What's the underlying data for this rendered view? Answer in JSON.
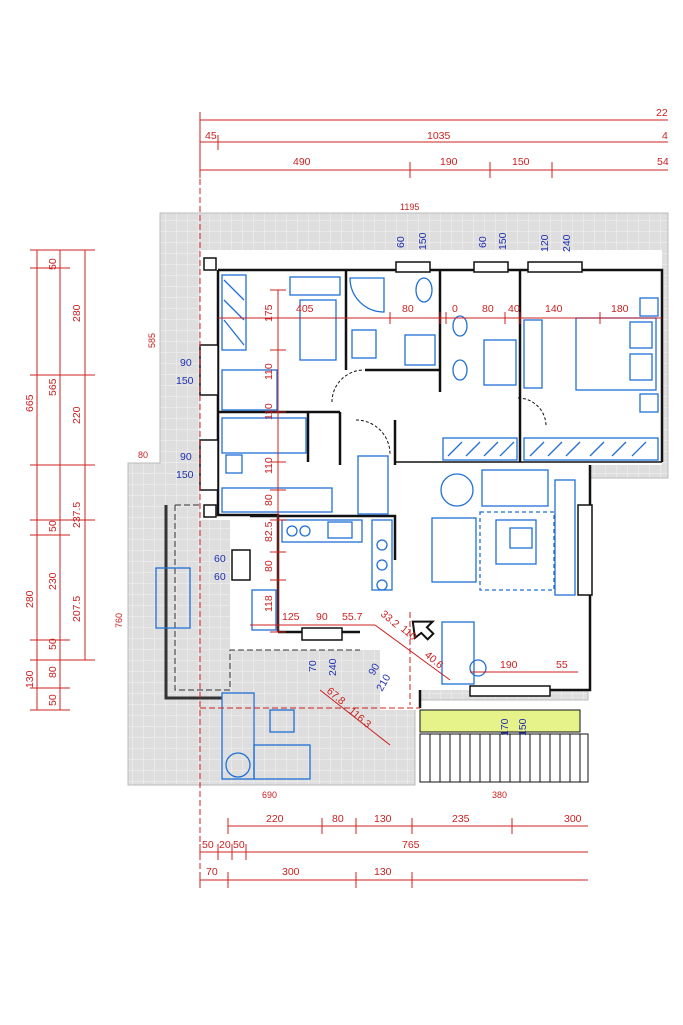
{
  "colors": {
    "dimension_red": "#cc2020",
    "furniture_blue": "#1f6fd6",
    "wall": "#111111",
    "terrace_tile": "#d9d9d9",
    "stair_highlight": "#e6f28a"
  },
  "top_dims": {
    "row1": [
      "22"
    ],
    "row2": [
      "45",
      "1035",
      "4"
    ],
    "row3": [
      "490",
      "190",
      "150",
      "54"
    ],
    "overall": "1195"
  },
  "left_dims": {
    "col1": [
      "665",
      "280",
      "130"
    ],
    "col2": [
      "50",
      "565",
      "50",
      "230",
      "50",
      "80",
      "50"
    ],
    "col3": [
      "280",
      "220",
      "237.5",
      "207.5"
    ],
    "side_a": "585",
    "side_b": "760",
    "side_c": "80"
  },
  "windows_blue": [
    {
      "a": "60",
      "b": "150"
    },
    {
      "a": "60",
      "b": "150"
    },
    {
      "a": "120",
      "b": "240"
    },
    {
      "a": "90",
      "b": "150"
    },
    {
      "a": "90",
      "b": "150"
    },
    {
      "a": "60",
      "b": "60"
    },
    {
      "a": "70",
      "b": "240"
    },
    {
      "a": "90",
      "b": "210"
    },
    {
      "a": "170",
      "b": "150"
    }
  ],
  "interior_dims": {
    "row_top": [
      "405",
      "80",
      "0",
      "80",
      "40",
      "140",
      "180"
    ],
    "vertical": [
      "175",
      "110",
      "110",
      "110",
      "80",
      "82.5",
      "80",
      "118"
    ],
    "kitchen_row": [
      "125",
      "90",
      "55.7"
    ],
    "diagonal": [
      "33.2",
      "110",
      "40.6"
    ],
    "living_row": [
      "190",
      "55"
    ],
    "terrace_diag": [
      "67.8",
      "116.3"
    ]
  },
  "bottom_dims": {
    "widths": [
      "690",
      "380"
    ],
    "row1": [
      "220",
      "80",
      "130",
      "235",
      "300"
    ],
    "row2": [
      "50",
      "20",
      "50",
      "765"
    ],
    "row3": [
      "70",
      "300",
      "130"
    ]
  }
}
